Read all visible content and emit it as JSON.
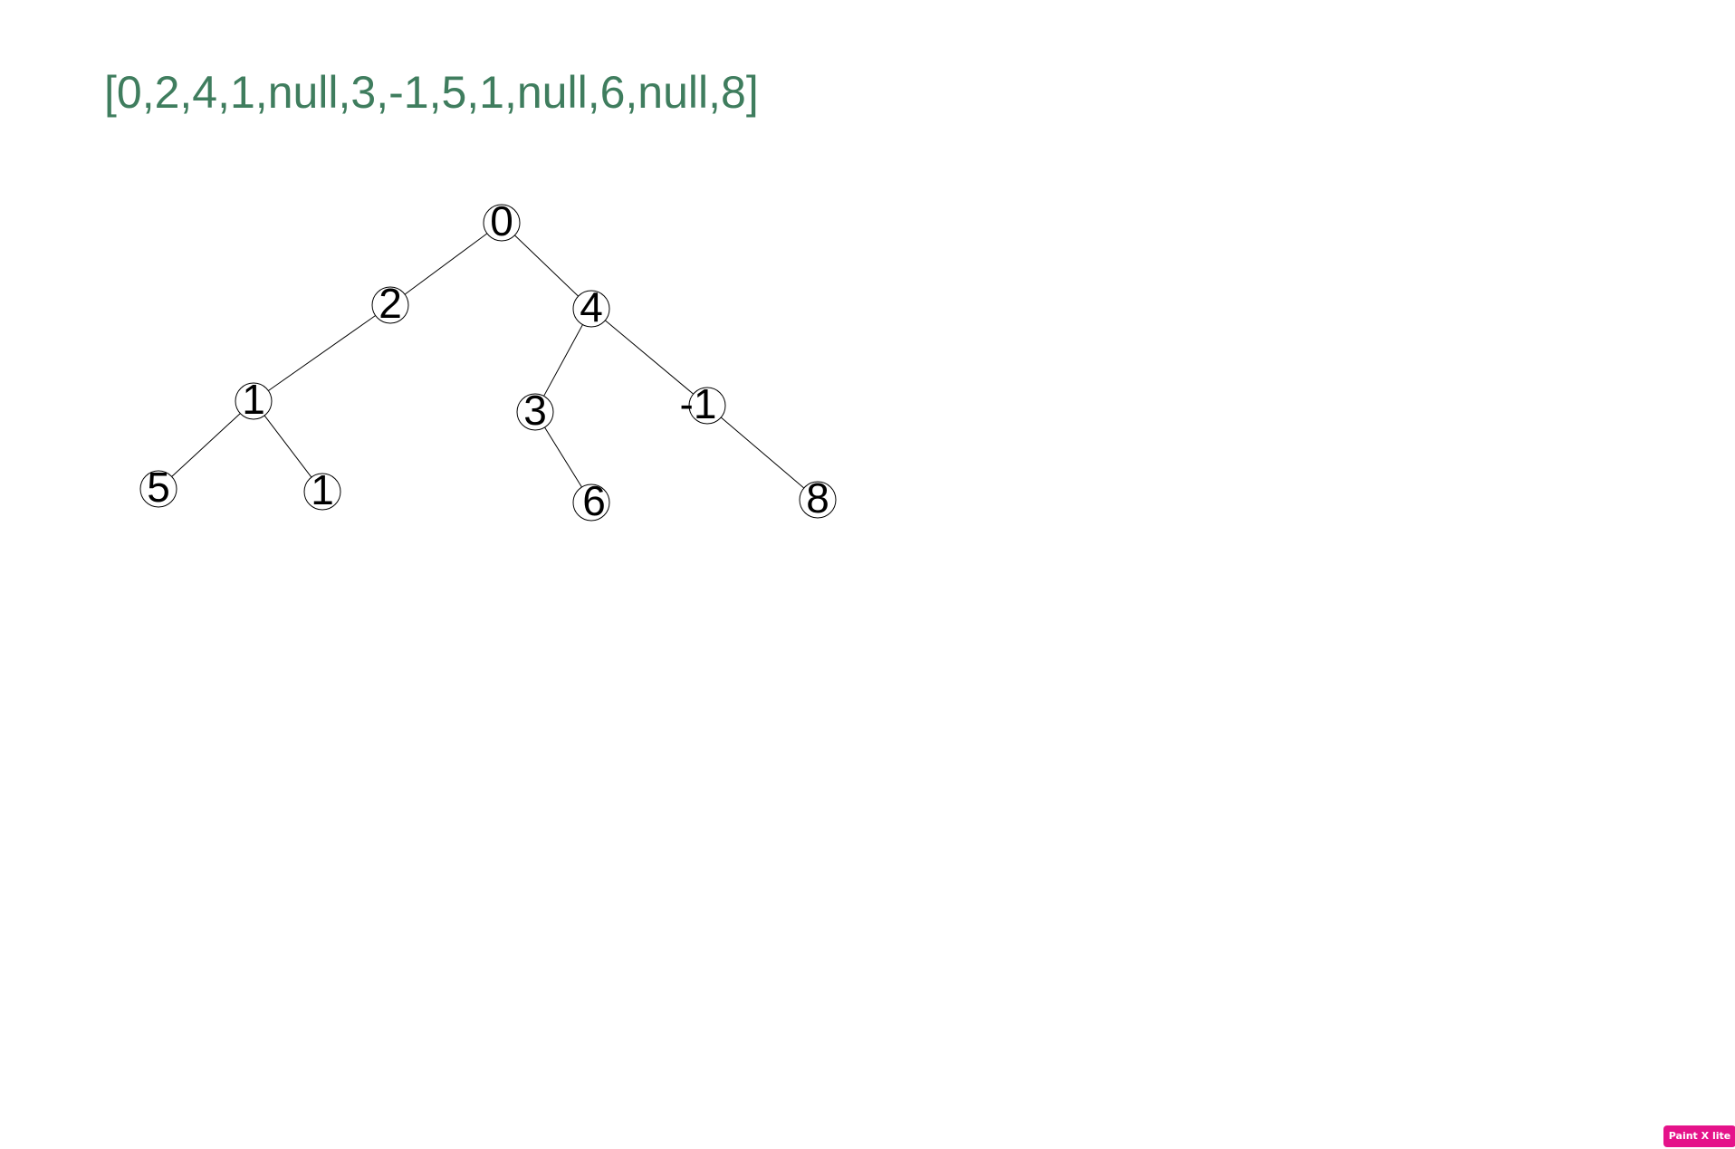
{
  "title": "[0,2,4,1,null,3,-1,5,1,null,6,null,8]",
  "colors": {
    "title": "#3f7d5e",
    "node_stroke": "#000000",
    "edge": "#000000",
    "label": "#000000",
    "badge_bg": "#e5128a"
  },
  "tree": {
    "nodes": [
      {
        "id": "n0",
        "value": "0"
      },
      {
        "id": "n1",
        "value": "2"
      },
      {
        "id": "n2",
        "value": "4"
      },
      {
        "id": "n3",
        "value": "1"
      },
      {
        "id": "n4",
        "value": "3"
      },
      {
        "id": "n5",
        "value": "-1"
      },
      {
        "id": "n6",
        "value": "5"
      },
      {
        "id": "n7",
        "value": "1"
      },
      {
        "id": "n8",
        "value": "6"
      },
      {
        "id": "n9",
        "value": "8"
      }
    ],
    "edges": [
      {
        "from": "n0",
        "to": "n1"
      },
      {
        "from": "n0",
        "to": "n2"
      },
      {
        "from": "n1",
        "to": "n3"
      },
      {
        "from": "n2",
        "to": "n4"
      },
      {
        "from": "n2",
        "to": "n5"
      },
      {
        "from": "n3",
        "to": "n6"
      },
      {
        "from": "n3",
        "to": "n7"
      },
      {
        "from": "n4",
        "to": "n8"
      },
      {
        "from": "n5",
        "to": "n9"
      }
    ]
  },
  "watermark": {
    "label": "Paint X lite"
  }
}
